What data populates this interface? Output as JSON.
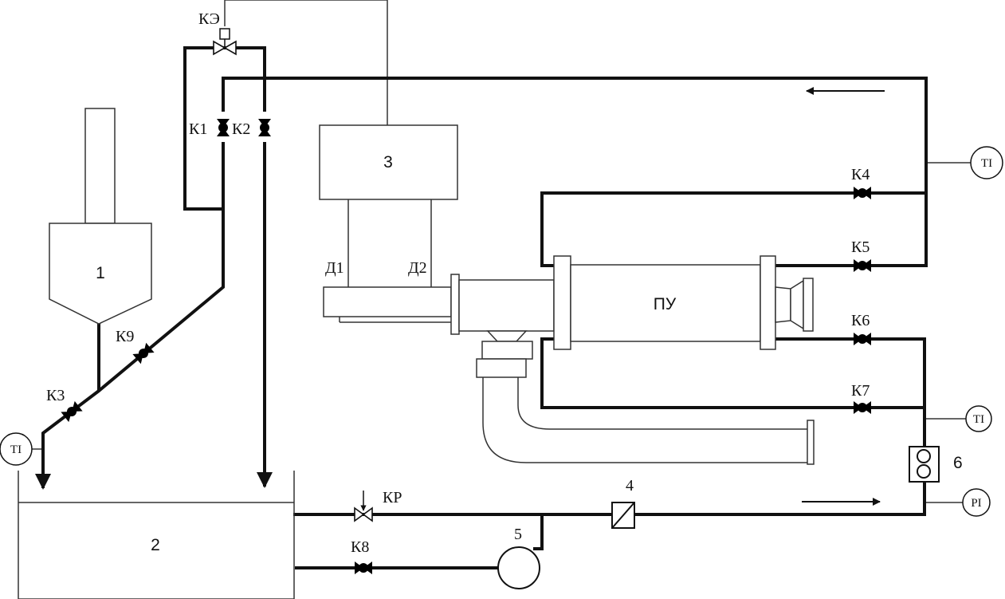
{
  "diagram": {
    "units": {
      "tank1": "1",
      "tank2": "2",
      "block3": "3",
      "filter4": "4",
      "pump5": "5",
      "flowmeter6": "6",
      "reactor": "ПУ"
    },
    "sensors_on_block": {
      "d1": "Д1",
      "d2": "Д2"
    },
    "valves": {
      "ke": "КЭ",
      "k1": "К1",
      "k2": "К2",
      "k3": "К3",
      "k4": "К4",
      "k5": "К5",
      "k6": "К6",
      "k7": "К7",
      "k8": "К8",
      "k9": "К9",
      "kr": "КР"
    },
    "instruments": {
      "ti_left": "TI",
      "ti_top_right": "TI",
      "ti_mid_right": "TI",
      "pi": "PI"
    }
  }
}
